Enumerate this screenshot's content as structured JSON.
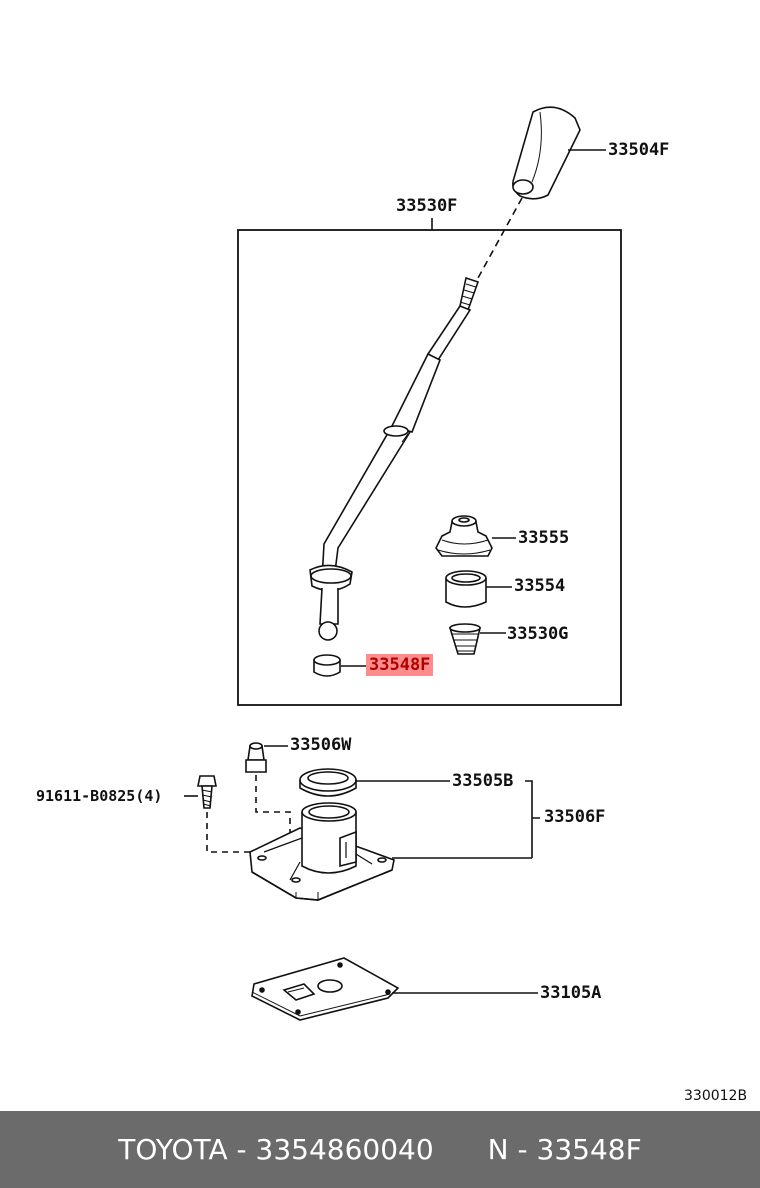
{
  "labels": {
    "p33504f": "33504F",
    "p33530f": "33530F",
    "p33555": "33555",
    "p33554": "33554",
    "p33530g": "33530G",
    "p33548f": "33548F",
    "p33506w": "33506W",
    "p91611": "91611-B0825(4)",
    "p33505b": "33505B",
    "p33506f": "33506F",
    "p33105a": "33105A"
  },
  "diagram_code": "330012B",
  "footer": {
    "brand_part": "TOYOTA - 3354860040",
    "short_code": "N - 33548F"
  },
  "highlight_color": "#ff8c8c"
}
